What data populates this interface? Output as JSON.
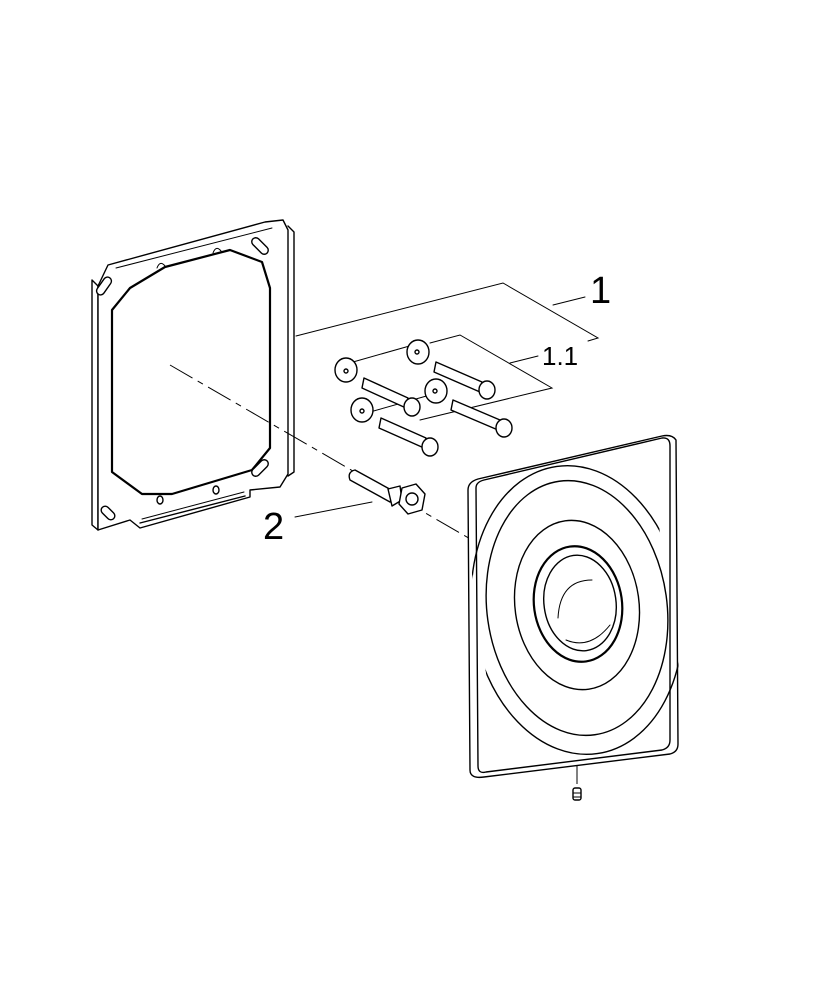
{
  "diagram": {
    "title": "Exploded view: flush plate installation set",
    "colors": {
      "line": "#000000",
      "background": "#ffffff"
    },
    "callouts": [
      {
        "id": "1",
        "label": "1",
        "refers_to": "mounting frame set"
      },
      {
        "id": "1.1",
        "label": "1.1",
        "refers_to": "screws and washers (4x)"
      },
      {
        "id": "2",
        "label": "2",
        "refers_to": "actuator rod with hex nut"
      }
    ],
    "parts": [
      {
        "name": "mounting-frame"
      },
      {
        "name": "screw-washer-set",
        "count": 4
      },
      {
        "name": "actuator-rod"
      },
      {
        "name": "cover-plate-with-button"
      },
      {
        "name": "grub-screw"
      }
    ]
  }
}
